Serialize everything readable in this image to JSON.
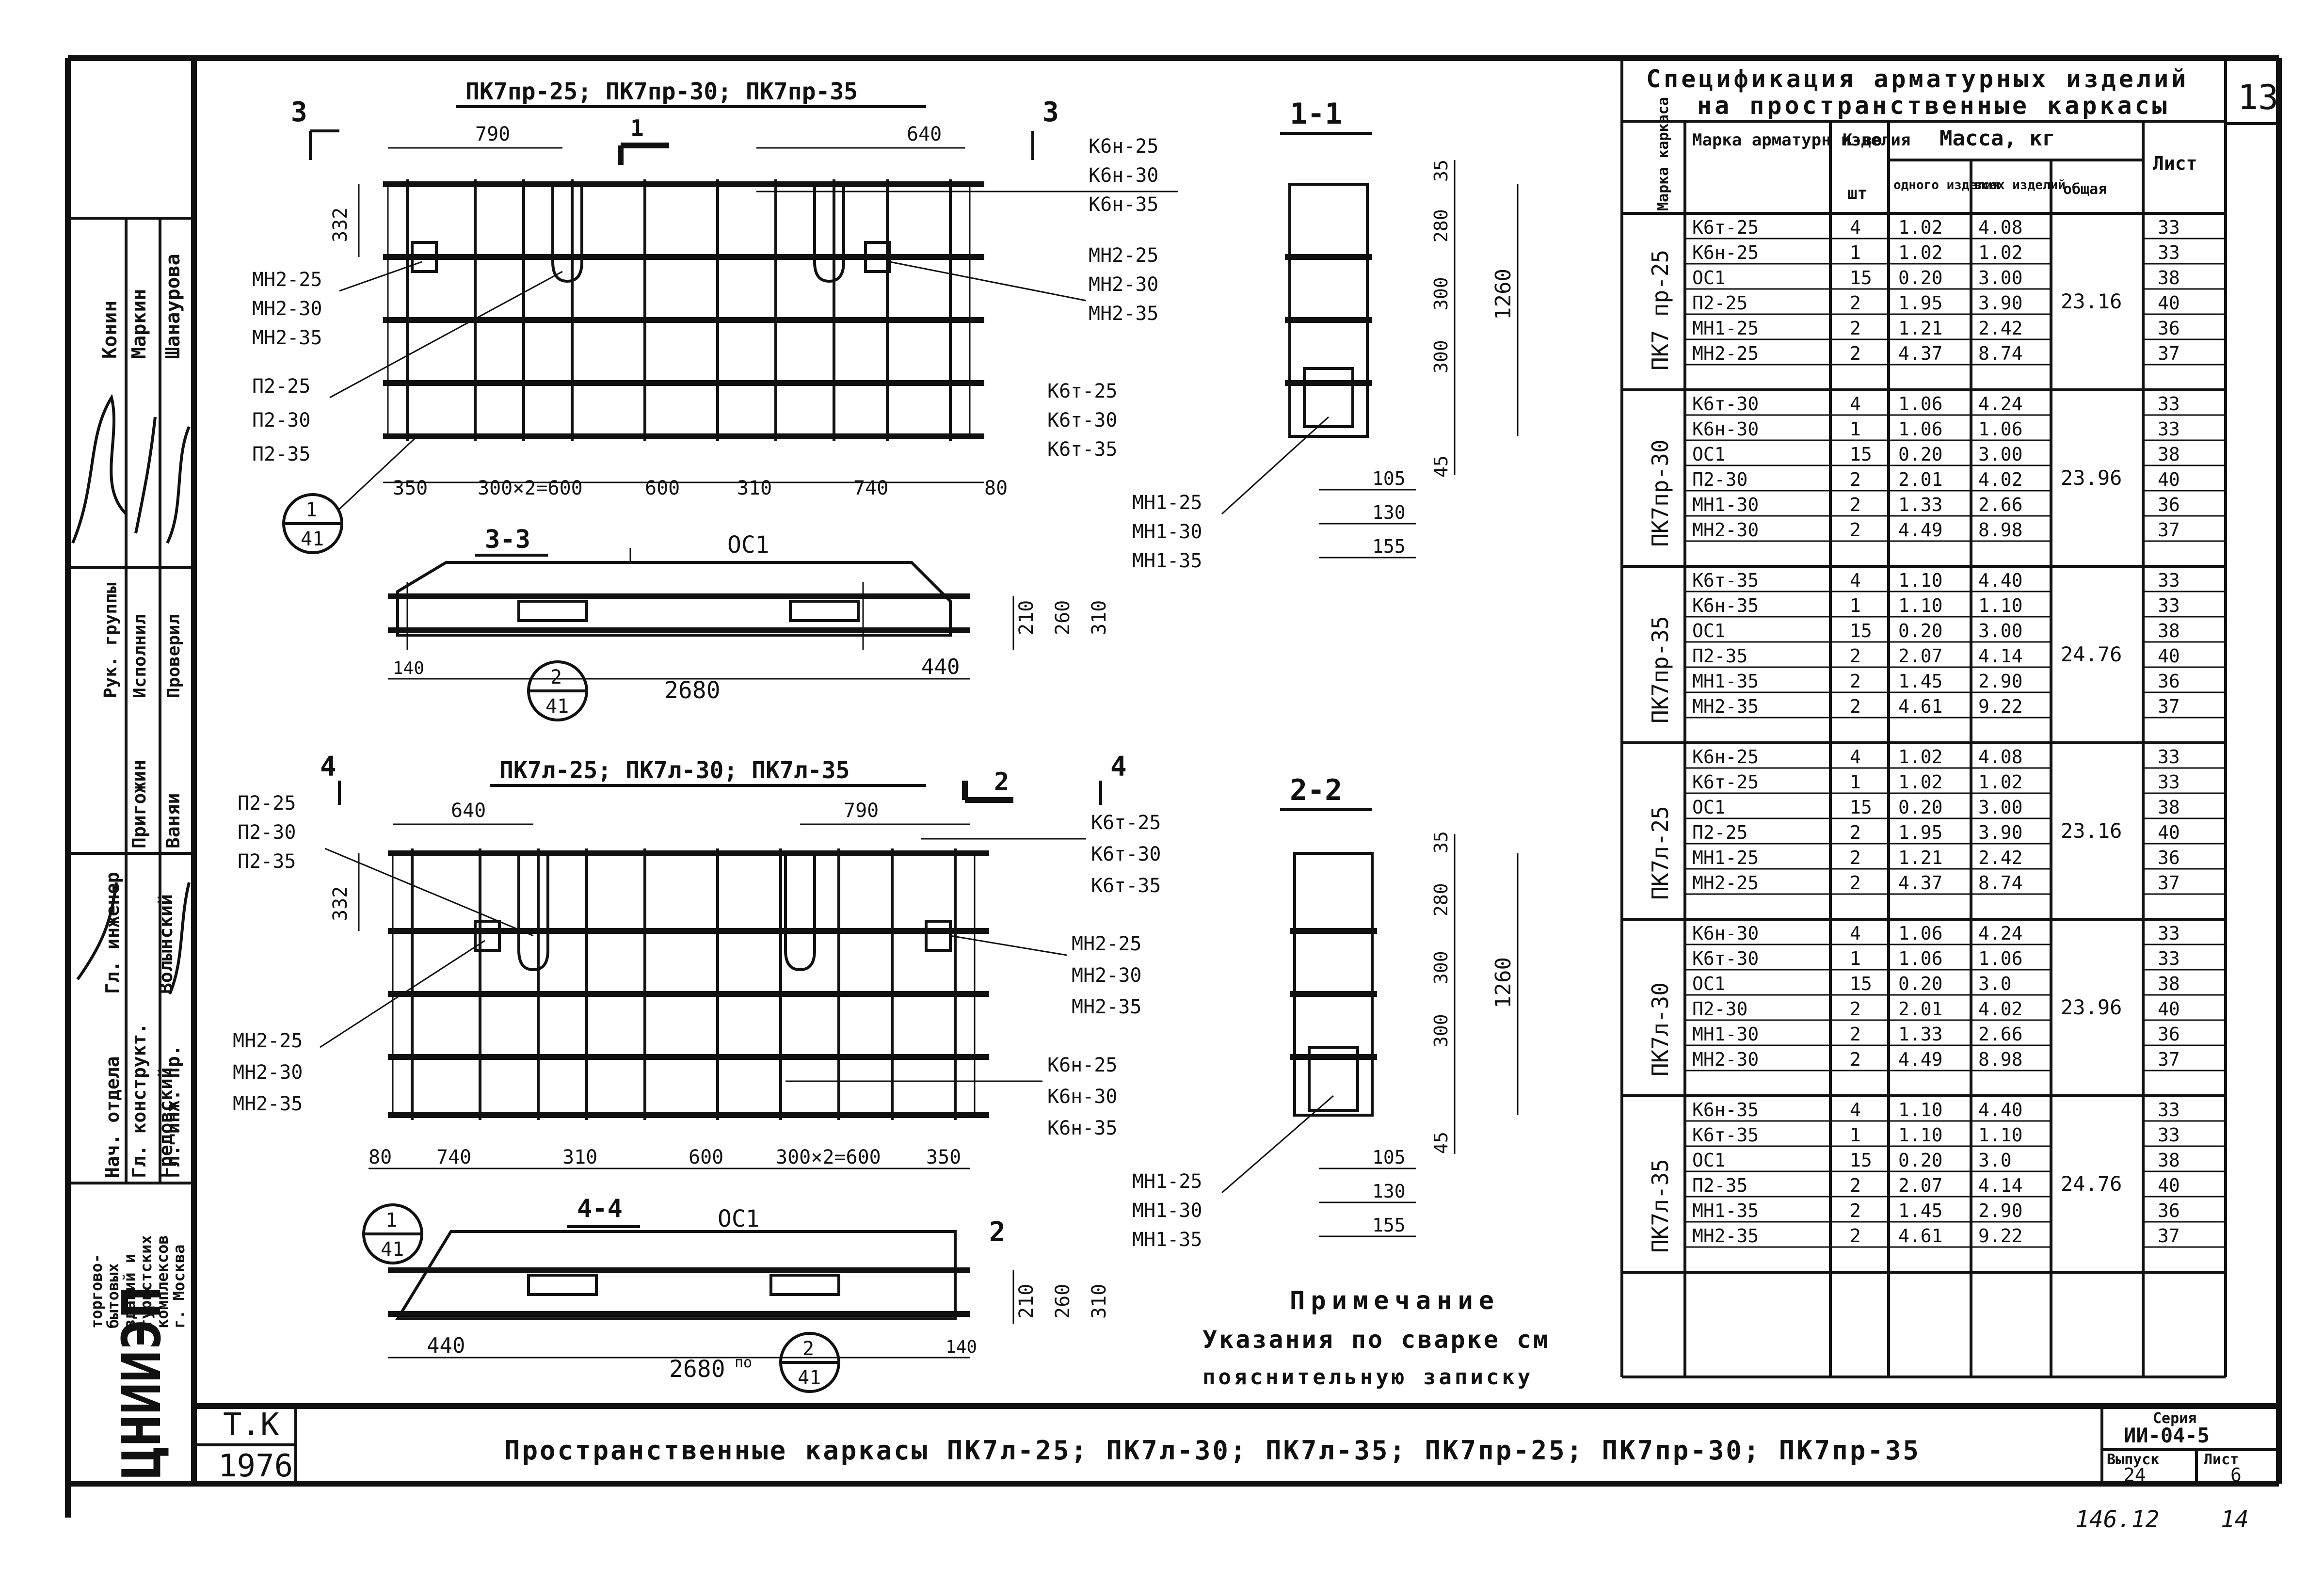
{
  "sheet": {
    "number": "13",
    "code": "146.12",
    "code2": "14"
  },
  "title_block": {
    "institute_logo": "ЦНИИЭП",
    "institute_text": [
      "торгово-",
      "бытовых",
      "зданий и",
      "туристских",
      "комплексов",
      "г. Москва"
    ],
    "tk": "Т.К",
    "year": "1976",
    "title": "Пространственные каркасы  ПК7л-25; ПК7л-30; ПК7л-35; ПК7пр-25; ПК7пр-30; ПК7пр-35",
    "series_label": "Серия",
    "series_value": "ИИ-04-5",
    "issue_label": "Выпуск",
    "issue_value": "24",
    "list_label": "Лист",
    "list_value": "6",
    "roles": [
      {
        "role": "Нач. отдела",
        "name": "Гредовский"
      },
      {
        "role": "Гл. инженер",
        "name": "Волынский"
      },
      {
        "role": "Гл. конструкт.",
        "name": "Пригожин"
      },
      {
        "role": "Гл. инж. пр.",
        "name": "Ваняи"
      },
      {
        "role": "Рук. группы",
        "name": "Конин"
      },
      {
        "role": "Исполнил",
        "name": "Маркин"
      },
      {
        "role": "Проверил",
        "name": "Шанаурова"
      }
    ]
  },
  "spec": {
    "title_line1": "Спецификация арматурных изделий",
    "title_line2": "на пространственные каркасы",
    "headers": {
      "frame_mark": "Марка каркаса",
      "item_mark": "Марка арматурн изделия",
      "qty": "К-во",
      "qty_unit": "шт",
      "mass": "Масса, кг",
      "mass_one": "одного изделия",
      "mass_all": "всех изделий",
      "mass_total": "общая",
      "sheet": "Лист"
    },
    "groups": [
      {
        "frame": "ПК7 пр-25",
        "total": "23.16",
        "rows": [
          {
            "mark": "К6т-25",
            "qty": "4",
            "one": "1.02",
            "all": "4.08",
            "sheet": "33"
          },
          {
            "mark": "К6н-25",
            "qty": "1",
            "one": "1.02",
            "all": "1.02",
            "sheet": "33"
          },
          {
            "mark": "ОС1",
            "qty": "15",
            "one": "0.20",
            "all": "3.00",
            "sheet": "38"
          },
          {
            "mark": "П2-25",
            "qty": "2",
            "one": "1.95",
            "all": "3.90",
            "sheet": "40"
          },
          {
            "mark": "МН1-25",
            "qty": "2",
            "one": "1.21",
            "all": "2.42",
            "sheet": "36"
          },
          {
            "mark": "МН2-25",
            "qty": "2",
            "one": "4.37",
            "all": "8.74",
            "sheet": "37"
          }
        ]
      },
      {
        "frame": "ПК7пр-30",
        "total": "23.96",
        "rows": [
          {
            "mark": "К6т-30",
            "qty": "4",
            "one": "1.06",
            "all": "4.24",
            "sheet": "33"
          },
          {
            "mark": "К6н-30",
            "qty": "1",
            "one": "1.06",
            "all": "1.06",
            "sheet": "33"
          },
          {
            "mark": "ОС1",
            "qty": "15",
            "one": "0.20",
            "all": "3.00",
            "sheet": "38"
          },
          {
            "mark": "П2-30",
            "qty": "2",
            "one": "2.01",
            "all": "4.02",
            "sheet": "40"
          },
          {
            "mark": "МН1-30",
            "qty": "2",
            "one": "1.33",
            "all": "2.66",
            "sheet": "36"
          },
          {
            "mark": "МН2-30",
            "qty": "2",
            "one": "4.49",
            "all": "8.98",
            "sheet": "37"
          }
        ]
      },
      {
        "frame": "ПК7пр-35",
        "total": "24.76",
        "rows": [
          {
            "mark": "К6т-35",
            "qty": "4",
            "one": "1.10",
            "all": "4.40",
            "sheet": "33"
          },
          {
            "mark": "К6н-35",
            "qty": "1",
            "one": "1.10",
            "all": "1.10",
            "sheet": "33"
          },
          {
            "mark": "ОС1",
            "qty": "15",
            "one": "0.20",
            "all": "3.00",
            "sheet": "38"
          },
          {
            "mark": "П2-35",
            "qty": "2",
            "one": "2.07",
            "all": "4.14",
            "sheet": "40"
          },
          {
            "mark": "МН1-35",
            "qty": "2",
            "one": "1.45",
            "all": "2.90",
            "sheet": "36"
          },
          {
            "mark": "МН2-35",
            "qty": "2",
            "one": "4.61",
            "all": "9.22",
            "sheet": "37"
          }
        ]
      },
      {
        "frame": "ПК7л-25",
        "total": "23.16",
        "rows": [
          {
            "mark": "К6н-25",
            "qty": "4",
            "one": "1.02",
            "all": "4.08",
            "sheet": "33"
          },
          {
            "mark": "К6т-25",
            "qty": "1",
            "one": "1.02",
            "all": "1.02",
            "sheet": "33"
          },
          {
            "mark": "ОС1",
            "qty": "15",
            "one": "0.20",
            "all": "3.00",
            "sheet": "38"
          },
          {
            "mark": "П2-25",
            "qty": "2",
            "one": "1.95",
            "all": "3.90",
            "sheet": "40"
          },
          {
            "mark": "МН1-25",
            "qty": "2",
            "one": "1.21",
            "all": "2.42",
            "sheet": "36"
          },
          {
            "mark": "МН2-25",
            "qty": "2",
            "one": "4.37",
            "all": "8.74",
            "sheet": "37"
          }
        ]
      },
      {
        "frame": "ПК7л-30",
        "total": "23.96",
        "rows": [
          {
            "mark": "К6н-30",
            "qty": "4",
            "one": "1.06",
            "all": "4.24",
            "sheet": "33"
          },
          {
            "mark": "К6т-30",
            "qty": "1",
            "one": "1.06",
            "all": "1.06",
            "sheet": "33"
          },
          {
            "mark": "ОС1",
            "qty": "15",
            "one": "0.20",
            "all": "3.0",
            "sheet": "38"
          },
          {
            "mark": "П2-30",
            "qty": "2",
            "one": "2.01",
            "all": "4.02",
            "sheet": "40"
          },
          {
            "mark": "МН1-30",
            "qty": "2",
            "one": "1.33",
            "all": "2.66",
            "sheet": "36"
          },
          {
            "mark": "МН2-30",
            "qty": "2",
            "one": "4.49",
            "all": "8.98",
            "sheet": "37"
          }
        ]
      },
      {
        "frame": "ПК7л-35",
        "total": "24.76",
        "rows": [
          {
            "mark": "К6н-35",
            "qty": "4",
            "one": "1.10",
            "all": "4.40",
            "sheet": "33"
          },
          {
            "mark": "К6т-35",
            "qty": "1",
            "one": "1.10",
            "all": "1.10",
            "sheet": "33"
          },
          {
            "mark": "ОС1",
            "qty": "15",
            "one": "0.20",
            "all": "3.0",
            "sheet": "38"
          },
          {
            "mark": "П2-35",
            "qty": "2",
            "one": "2.07",
            "all": "4.14",
            "sheet": "40"
          },
          {
            "mark": "МН1-35",
            "qty": "2",
            "one": "1.45",
            "all": "2.90",
            "sheet": "36"
          },
          {
            "mark": "МН2-35",
            "qty": "2",
            "one": "4.61",
            "all": "9.22",
            "sheet": "37"
          }
        ]
      }
    ]
  },
  "drawing_top": {
    "title": "ПК7пр-25; ПК7пр-30; ПК7пр-35",
    "section_mark_left": "3",
    "section_mark_right": "3",
    "cut_mark": "1",
    "dims_top": [
      "790",
      "640"
    ],
    "dim_left": "332",
    "dims_bottom": [
      "350",
      "300×2=600",
      "600",
      "310",
      "740",
      "80"
    ],
    "labels_k6n": [
      "К6н-25",
      "К6н-30",
      "К6н-35"
    ],
    "labels_mn2_right": [
      "МН2-25",
      "МН2-30",
      "МН2-35"
    ],
    "labels_mn2_left": [
      "МН2-25",
      "МН2-30",
      "МН2-35"
    ],
    "labels_p2": [
      "П2-25",
      "П2-30",
      "П2-35"
    ],
    "labels_k6t": [
      "К6т-25",
      "К6т-30",
      "К6т-35"
    ],
    "circle_a": [
      "1",
      "41"
    ]
  },
  "section_33": {
    "title": "3-3",
    "os": "ОС1",
    "dims_right": [
      "210",
      "260",
      "310"
    ],
    "dim_left_small": "140",
    "dim_length": "2680",
    "dim_right_small": "440",
    "circle": [
      "2",
      "41"
    ]
  },
  "section_11": {
    "title": "1-1",
    "dims_right": [
      "35",
      "280",
      "300",
      "300",
      "45"
    ],
    "total": "1260",
    "dims_bottom": [
      "105",
      "130",
      "155"
    ],
    "labels_mn1": [
      "МН1-25",
      "МН1-30",
      "МН1-35"
    ]
  },
  "drawing_bottom": {
    "title": "ПК7л-25; ПК7л-30; ПК7л-35",
    "section_mark_left": "4",
    "section_mark_right": "4",
    "cut_mark": "2",
    "dims_top": [
      "640",
      "790"
    ],
    "dim_left": "332",
    "dims_bottom": [
      "80",
      "740",
      "310",
      "600",
      "300×2=600",
      "350"
    ],
    "labels_p2": [
      "П2-25",
      "П2-30",
      "П2-35"
    ],
    "labels_k6t": [
      "К6т-25",
      "К6т-30",
      "К6т-35"
    ],
    "labels_mn2_right": [
      "МН2-25",
      "МН2-30",
      "МН2-35"
    ],
    "labels_mn2_left": [
      "МН2-25",
      "МН2-30",
      "МН2-35"
    ],
    "labels_k6n": [
      "К6н-25",
      "К6н-30",
      "К6н-35"
    ]
  },
  "section_44": {
    "title": "4-4",
    "os": "ОС1",
    "dims_right": [
      "210",
      "260",
      "310"
    ],
    "dim_left_small": "440",
    "dim_length": "2680",
    "dim_length_suffix": "по",
    "dim_right_small": "140",
    "circle_left": [
      "1",
      "41"
    ],
    "circle": [
      "2",
      "41"
    ],
    "cut_mark": "2"
  },
  "section_22": {
    "title": "2-2",
    "dims_right": [
      "35",
      "280",
      "300",
      "300",
      "45"
    ],
    "total": "1260",
    "dims_bottom": [
      "105",
      "130",
      "155"
    ],
    "labels_mn1": [
      "МН1-25",
      "МН1-30",
      "МН1-35"
    ]
  },
  "note": {
    "title": "Примечание",
    "line1": "Указания по сварке см",
    "line2": "пояснительную записку"
  }
}
